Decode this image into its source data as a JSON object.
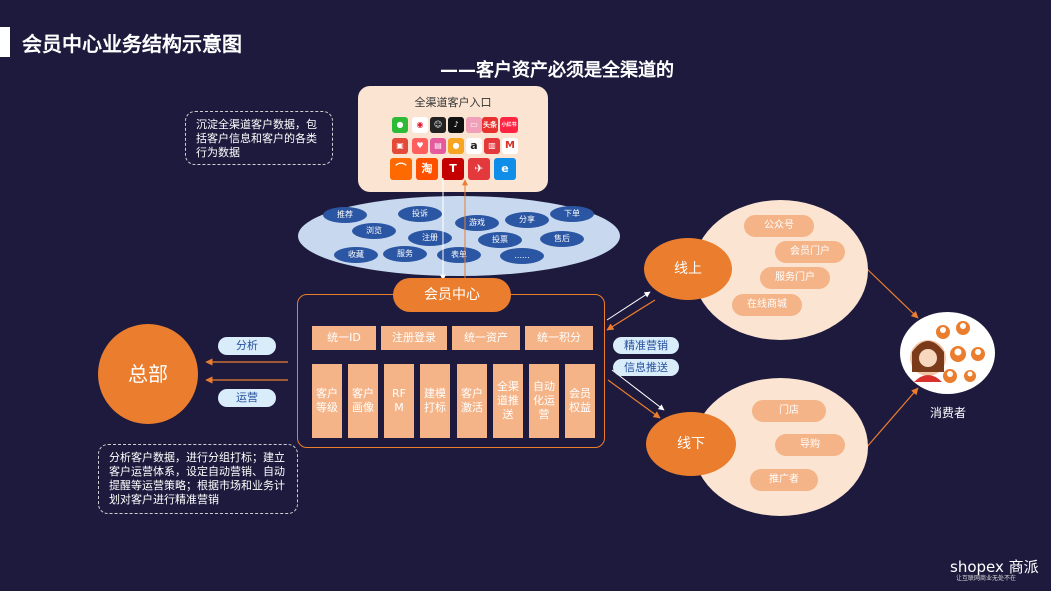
{
  "header": {
    "title": "会员中心业务结构示意图",
    "subtitle": "——客户资产必须是全渠道的"
  },
  "notes": {
    "top": "沉淀全渠道客户数据，包括客户信息和客户的各类行为数据",
    "bottom": "分析客户数据，进行分组打标；建立客户运营体系，设定自动营销、自动提醒等运营策略；根据市场和业务计划对客户进行精准营销"
  },
  "channels": {
    "title": "全渠道客户入口",
    "icons_row1": [
      "wechat-icon",
      "weibo-icon",
      "qq-icon",
      "douyin-icon",
      "app-icon",
      "toutiao-icon",
      "xiaohongshu-icon"
    ],
    "icons_row2": [
      "shop-icon",
      "weibo-red-icon",
      "app-pink-icon",
      "app-orange-icon",
      "amazon-icon",
      "app-red-icon",
      "gmail-icon"
    ],
    "icons_row3": [
      "alibaba-icon",
      "taobao-icon",
      "tmall-icon",
      "jd-icon",
      "ele-icon"
    ],
    "icon_labels": {
      "toutiao": "头条",
      "xiaohongshu": "小红书",
      "taobao": "淘",
      "tmall": "T",
      "ele": "e"
    }
  },
  "behaviors": [
    "推荐",
    "投诉",
    "游戏",
    "分享",
    "下单",
    "浏览",
    "注册",
    "投票",
    "售后",
    "收藏",
    "服务",
    "表单",
    "......"
  ],
  "member_center": {
    "label": "会员中心",
    "unify": [
      "统一ID",
      "注册登录",
      "统一资产",
      "统一积分"
    ],
    "functions": [
      "客户等级",
      "客户画像",
      "RFM",
      "建模打标",
      "客户激活",
      "全渠道推送",
      "自动化运营",
      "会员权益"
    ]
  },
  "hq": {
    "label": "总部",
    "analyze": "分析",
    "operate": "运营"
  },
  "marketing": {
    "precise": "精准营销",
    "push": "信息推送"
  },
  "online": {
    "label": "线上",
    "items": [
      "公众号",
      "会员门户",
      "服务门户",
      "在线商城"
    ]
  },
  "offline": {
    "label": "线下",
    "items": [
      "门店",
      "导购",
      "推广者"
    ]
  },
  "consumer": {
    "label": "消费者"
  },
  "brand": {
    "logo": "shopex 商派",
    "slogan": "让互联网商业无处不在"
  },
  "colors": {
    "background": "#1e1a3d",
    "orange": "#ea7d2e",
    "light_orange": "#f4b488",
    "peach": "#fbe5d2",
    "blue": "#2b56a3",
    "light_blue": "#d8ecfa"
  }
}
